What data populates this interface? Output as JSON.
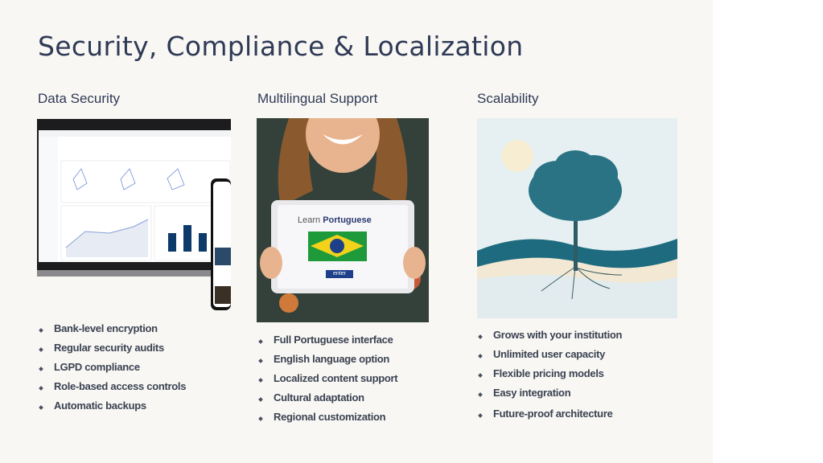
{
  "title": "Security, Compliance & Localization",
  "columns": [
    {
      "heading": "Data Security",
      "items": [
        "Bank-level encryption",
        "Regular security audits",
        "LGPD compliance",
        "Role-based access controls",
        "Automatic backups"
      ]
    },
    {
      "heading": "Multilingual Support",
      "items": [
        "Full Portuguese interface",
        "English language option",
        "Localized content support",
        "Cultural adaptation",
        "Regional customization"
      ]
    },
    {
      "heading": "Scalability",
      "items": [
        "Grows with your institution",
        "Unlimited user capacity",
        "Flexible pricing models",
        "Easy integration",
        "Future-proof architecture"
      ]
    }
  ],
  "tablet": {
    "learn": "Learn",
    "language": "Portuguese",
    "button": "enter"
  },
  "colors": {
    "title": "#2f3a56",
    "background": "#f8f7f3",
    "navy": "#0e3a6b",
    "teal": "#1f6b80"
  }
}
